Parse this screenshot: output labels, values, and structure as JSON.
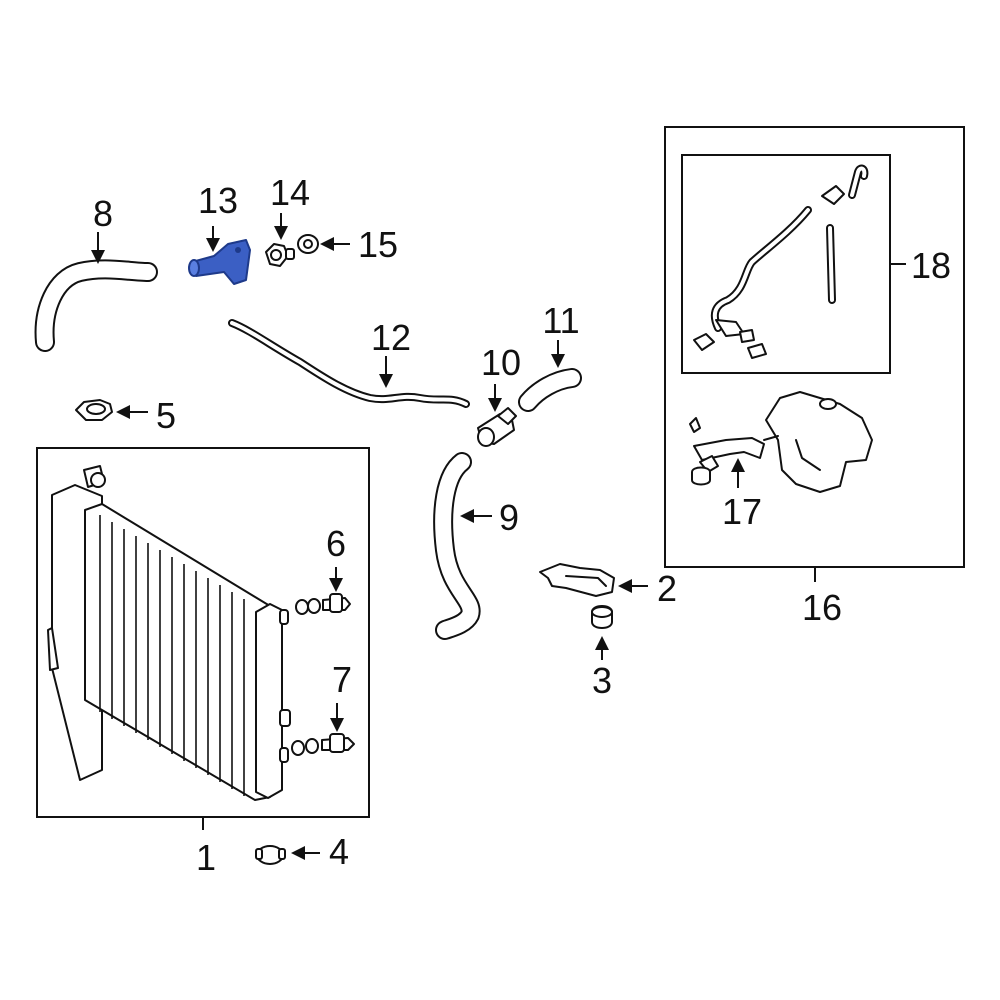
{
  "diagram": {
    "highlight_color": "#3b5fc4",
    "line_color": "#111111",
    "background": "#ffffff",
    "callouts": {
      "c1": "1",
      "c2": "2",
      "c3": "3",
      "c4": "4",
      "c5": "5",
      "c6": "6",
      "c7": "7",
      "c8": "8",
      "c9": "9",
      "c10": "10",
      "c11": "11",
      "c12": "12",
      "c13": "13",
      "c14": "14",
      "c15": "15",
      "c16": "16",
      "c17": "17",
      "c18": "18"
    },
    "highlighted_part": "13"
  }
}
